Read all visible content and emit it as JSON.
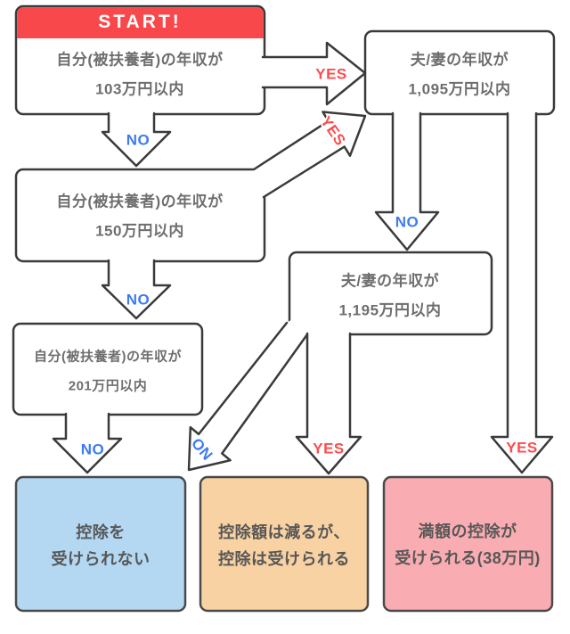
{
  "flowchart": {
    "start_label": "START!",
    "nodes": {
      "self_103": {
        "line1": "自分(被扶養者)の年収が",
        "line2": "103万円以内"
      },
      "self_150": {
        "line1": "自分(被扶養者)の年収が",
        "line2": "150万円以内"
      },
      "self_201": {
        "line1": "自分(被扶養者)の年収が",
        "line2": "201万円以内"
      },
      "spouse_1095": {
        "line1": "夫/妻の年収が",
        "line2": "1,095万円以内"
      },
      "spouse_1195": {
        "line1": "夫/妻の年収が",
        "line2": "1,195万円以内"
      },
      "no_deduction": {
        "line1": "控除を",
        "line2": "受けられない"
      },
      "partial_deduction": {
        "line1": "控除額は減るが、",
        "line2": "控除は受けられる"
      },
      "full_deduction": {
        "line1": "満額の控除が",
        "line2": "受けられる(38万円)"
      }
    },
    "labels": {
      "yes": "YES",
      "no": "NO"
    },
    "colors": {
      "start_header": "#f9484b",
      "yes_text": "#fb4d4d",
      "no_text": "#3d7bf5",
      "outline": "#3a3a3a",
      "node_text": "#6e6e6e",
      "result_text": "#575757",
      "no_deduction_fill": "#b4d8f2",
      "partial_deduction_fill": "#f8d2a3",
      "full_deduction_fill": "#f9acb2"
    }
  }
}
